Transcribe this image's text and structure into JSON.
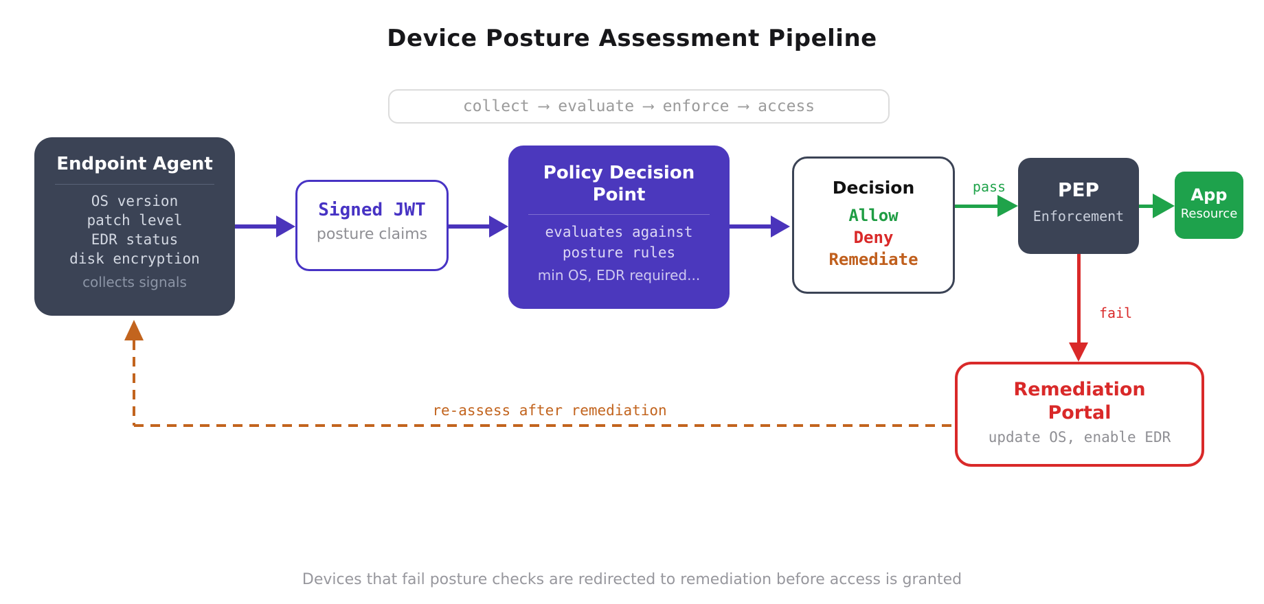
{
  "title": "Device Posture Assessment Pipeline",
  "pipeline_pill": {
    "steps": "collect ⟶ evaluate ⟶ enforce ⟶ access"
  },
  "boxes": {
    "endpoint_agent": {
      "title": "Endpoint Agent",
      "items": [
        "OS version",
        "patch level",
        "EDR status",
        "disk encryption"
      ],
      "note": "collects signals"
    },
    "signed_jwt": {
      "title": "Signed JWT",
      "subtitle": "posture claims"
    },
    "policy_decision_point": {
      "title": "Policy Decision Point",
      "line1": "evaluates against",
      "line2": "posture rules",
      "note": "min OS, EDR required..."
    },
    "decision": {
      "title": "Decision",
      "options": [
        {
          "label": "Allow",
          "color": "#1f9d44"
        },
        {
          "label": "Deny",
          "color": "#d92929"
        },
        {
          "label": "Remediate",
          "color": "#c05f1d"
        }
      ]
    },
    "pep": {
      "title": "PEP",
      "subtitle": "Enforcement"
    },
    "app": {
      "title": "App",
      "subtitle": "Resource"
    },
    "remediation_portal": {
      "title": "Remediation Portal",
      "subtitle": "update OS, enable EDR"
    }
  },
  "edge_labels": {
    "pass": "pass",
    "fail": "fail",
    "reassess": "re-assess after remediation"
  },
  "caption": "Devices that fail posture checks are redirected to remediation before access is granted",
  "colors": {
    "dark_navy": "#3b4355",
    "purple": "#4b38bd",
    "purple_arrow": "#4a34bb",
    "green": "#1ea24c",
    "red": "#d92929",
    "orange": "#c2641e",
    "gray_text": "#8f8f94"
  }
}
